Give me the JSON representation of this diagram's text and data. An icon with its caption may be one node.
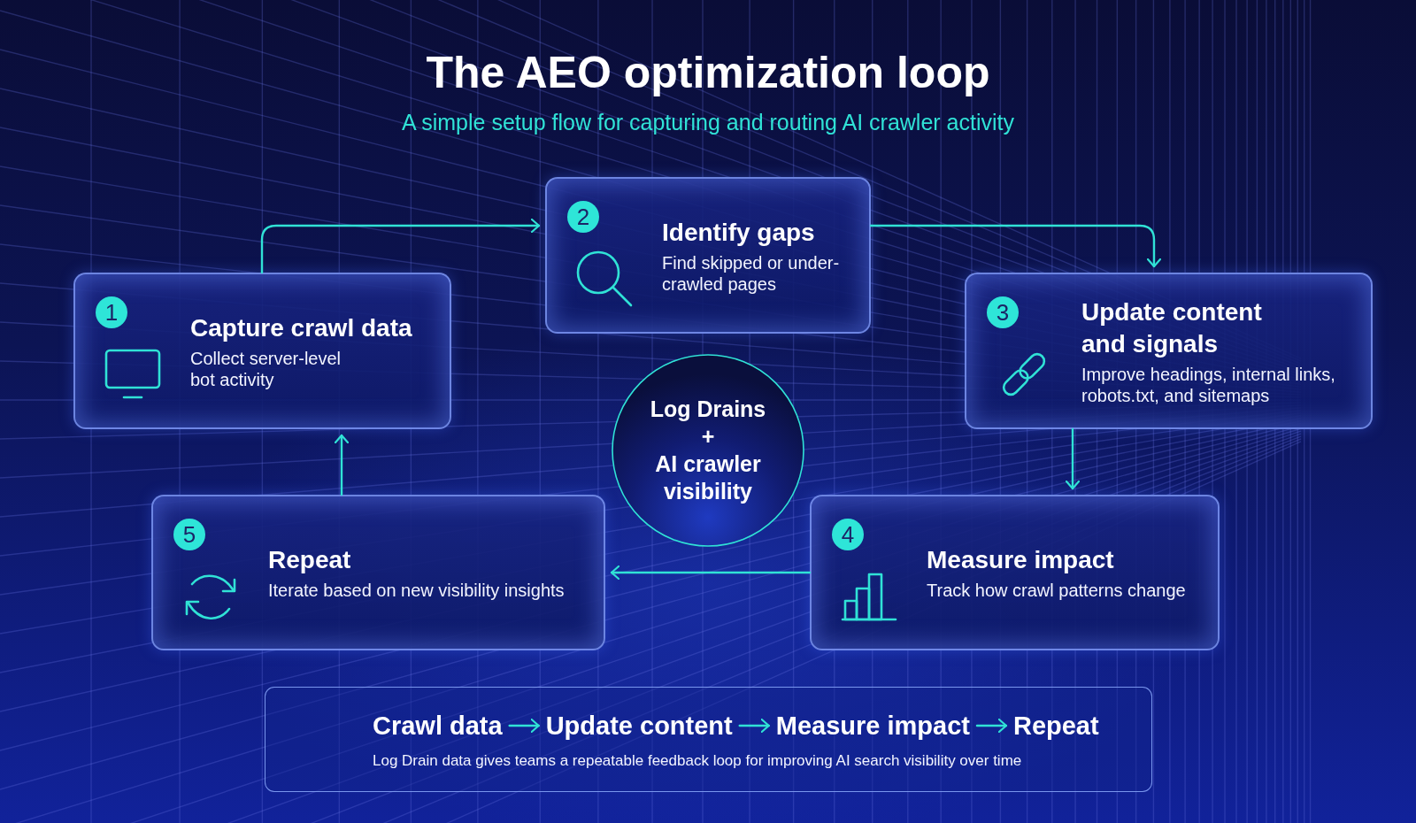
{
  "diagram": {
    "title": "The AEO optimization loop",
    "nodes": [
      {
        "text": [
          "1",
          "Capture crawl data",
          "Collect server-level bot activity"
        ]
      },
      {
        "text": [
          "2",
          "Identify gaps",
          "Find skipped or under-crawled pages"
        ]
      },
      {
        "text": [
          "3",
          "Update content and signals",
          "Improve headings, internal links, robots.txt, and sitemaps"
        ]
      },
      {
        "text": [
          "4",
          "Measure impact",
          "Track how crawl patterns change"
        ]
      },
      {
        "text": [
          "5",
          "Repeat",
          "Iterate based on new visibility insights"
        ]
      },
      {
        "text": [
          "Log Drains",
          "+",
          "AI crawler visibility"
        ]
      },
      {
        "text": [
          "Log Drain data gives teams a repeatable feedback loop for improving AI search visibility over time"
        ]
      },
      {
        "text": [
          "Crawl data"
        ],
        "in": 6
      },
      {
        "text": [
          "Update content"
        ],
        "in": 6
      },
      {
        "text": [
          "Measure impact"
        ],
        "in": 6
      },
      {
        "text": [
          "Repeat"
        ],
        "in": 6
      }
    ],
    "edges": [
      {
        "from": 0,
        "to": 1,
        "arrow": "to"
      },
      {
        "from": 1,
        "to": 2,
        "arrow": "to"
      },
      {
        "from": 2,
        "to": 3,
        "arrow": "to"
      },
      {
        "from": 3,
        "to": 4,
        "arrow": "to"
      },
      {
        "from": 4,
        "to": 0,
        "arrow": "to"
      },
      {
        "from": 7,
        "to": 8,
        "arrow": "to"
      },
      {
        "from": 8,
        "to": 9,
        "arrow": "to"
      },
      {
        "from": 9,
        "to": 10,
        "arrow": "to"
      }
    ],
    "labels": [
      "A simple setup flow for capturing and routing AI crawler activity"
    ]
  }
}
